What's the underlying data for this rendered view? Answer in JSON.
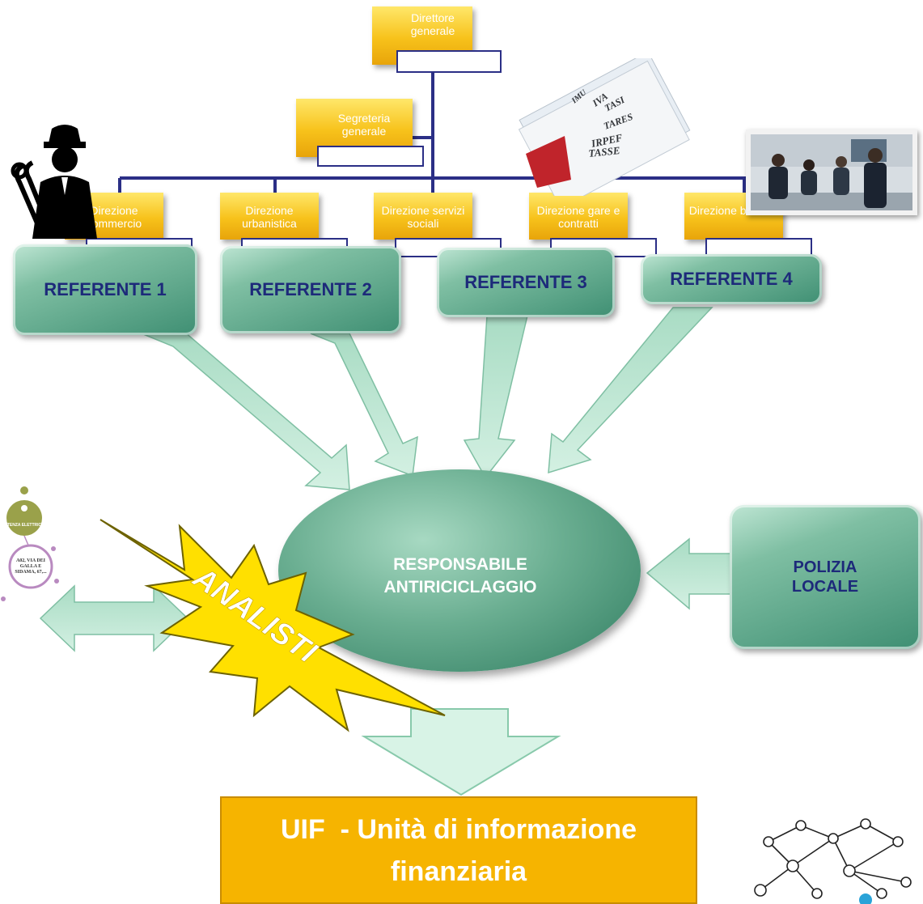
{
  "org": {
    "director": "Direttore generale",
    "secretariat": "Segreteria generale",
    "directions": [
      "Direzione commercio",
      "Direzione urbanistica",
      "Direzione servizi sociali",
      "Direzione gare e contratti",
      "Direzione bilancio"
    ]
  },
  "referents": [
    "REFERENTE 1",
    "REFERENTE 2",
    "REFERENTE 3",
    "REFERENTE 4"
  ],
  "central": [
    "RESPONSABILE",
    "ANTIRICICLAGGIO"
  ],
  "police": [
    "POLIZIA",
    "LOCALE"
  ],
  "analysts": "ANALISTI",
  "uif": [
    "UIF  - Unità di informazione",
    "finanziaria"
  ],
  "tax_folder": [
    "IMU",
    "IVA",
    "TASI",
    "TARES",
    "IRPEF",
    "TASSE"
  ],
  "mindmap": {
    "node_1": "UTENZA ELETTRICA",
    "node_2_line1": "A02, VIA DEI",
    "node_2_line2": "GALLA E",
    "node_2_line3": "SIDAMA, 67,..."
  },
  "icons": [
    "worker-icon",
    "meeting-photo",
    "network-icon"
  ],
  "colors": {
    "box_yellow": "#f7c21b",
    "frame_navy": "#2b2f86",
    "green": "#3f8f73",
    "arrow_mint": "#b8e6d0",
    "uif_orange": "#f6b400",
    "burst_yellow": "#ffe000"
  }
}
